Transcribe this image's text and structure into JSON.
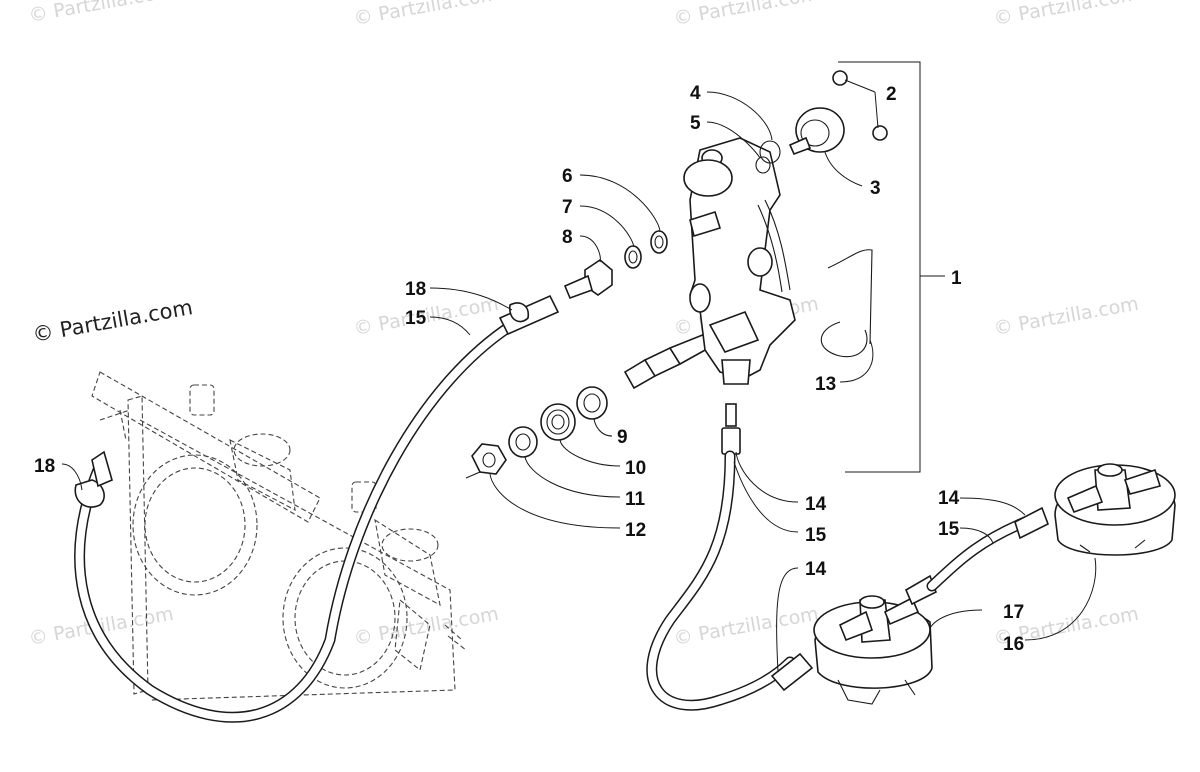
{
  "watermark_text": "© Partzilla.com",
  "copyright_text": "© Partzilla.com",
  "callouts": [
    "1",
    "2",
    "3",
    "4",
    "5",
    "6",
    "7",
    "8",
    "9",
    "10",
    "11",
    "12",
    "13",
    "14",
    "15",
    "16",
    "17",
    "18"
  ],
  "labels": {
    "c1": "1",
    "c2": "2",
    "c3": "3",
    "c4": "4",
    "c5": "5",
    "c6": "6",
    "c7": "7",
    "c8": "8",
    "c9": "9",
    "c10": "10",
    "c11": "11",
    "c12": "12",
    "c13": "13",
    "c14a": "14",
    "c14b": "14",
    "c14c": "14",
    "c15a": "15",
    "c15b": "15",
    "c15c": "15",
    "c16": "16",
    "c17": "17",
    "c18a": "18",
    "c18b": "18"
  },
  "colors": {
    "line": "#1a1a1a",
    "watermark": "#d6d6d6",
    "background": "#ffffff"
  }
}
